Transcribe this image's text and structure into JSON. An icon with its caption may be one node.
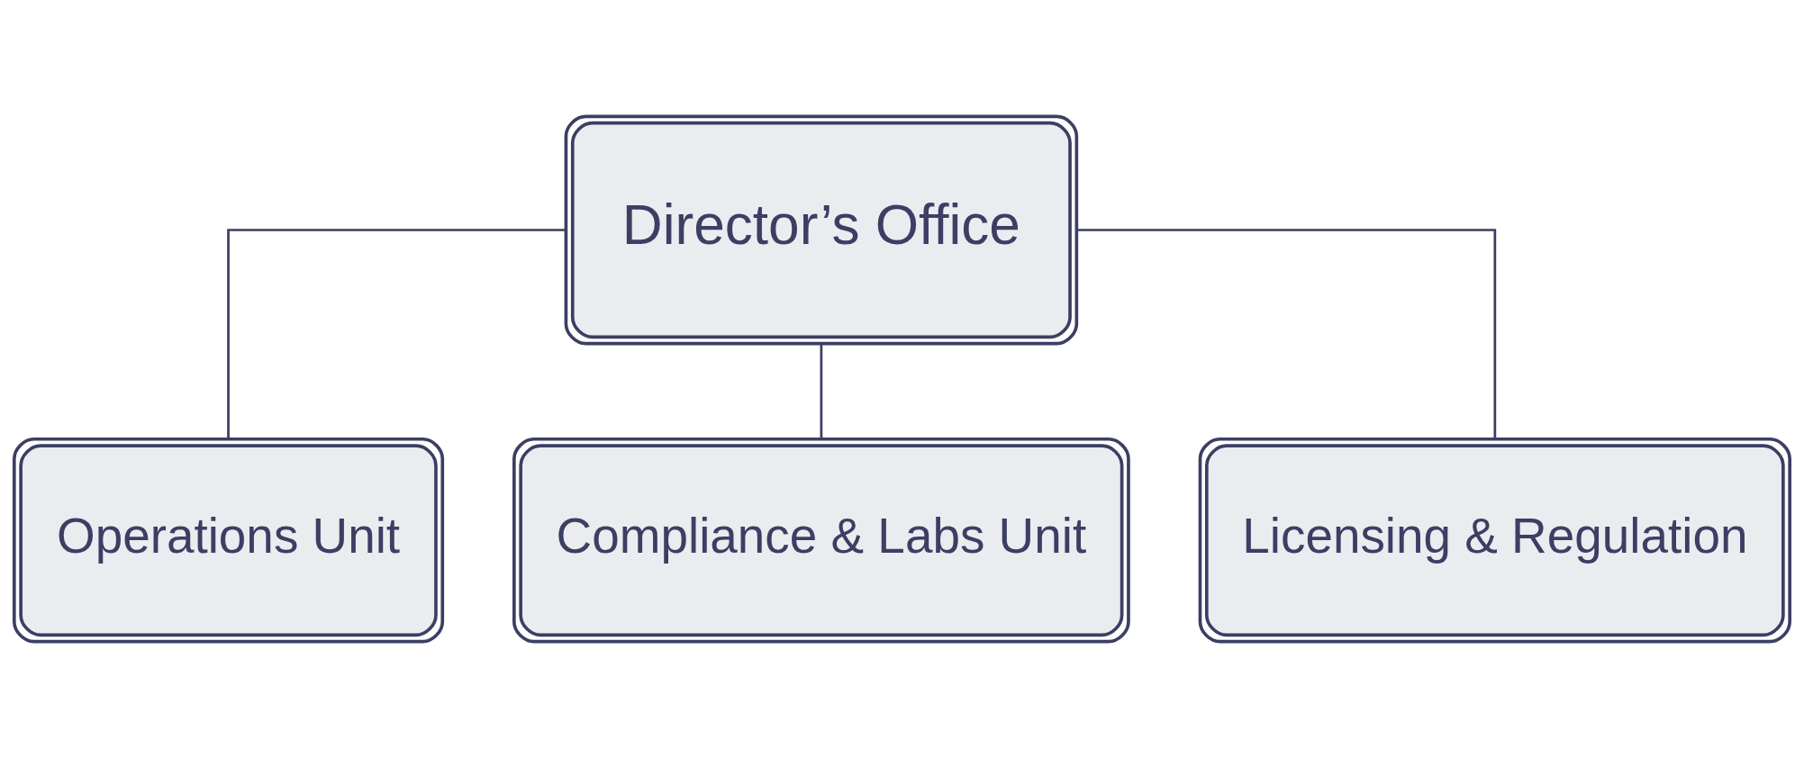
{
  "diagram": {
    "nodes": [
      {
        "text": [
          "Director’s Office"
        ]
      },
      {
        "text": [
          "Operations Unit"
        ]
      },
      {
        "text": [
          "Compliance & Labs Unit"
        ]
      },
      {
        "text": [
          "Licensing & Regulation"
        ]
      }
    ],
    "edges": [
      {
        "from": 0,
        "to": 1,
        "arrow": "none"
      },
      {
        "from": 0,
        "to": 2,
        "arrow": "none"
      },
      {
        "from": 0,
        "to": 3,
        "arrow": "none"
      }
    ]
  }
}
